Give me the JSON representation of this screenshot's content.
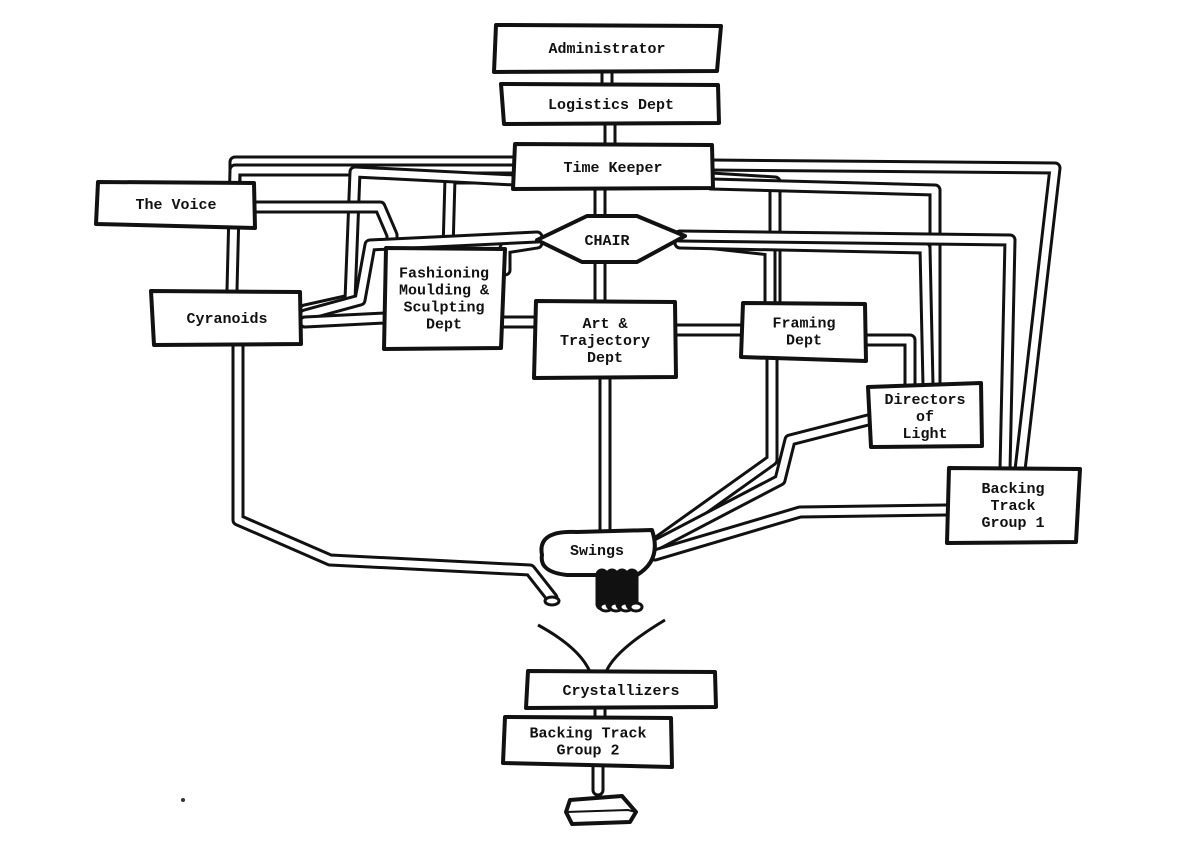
{
  "diagram": {
    "type": "hand-drawn organizational flow chart",
    "nodes": [
      {
        "id": "administrator",
        "lines": [
          "Administrator"
        ]
      },
      {
        "id": "logistics",
        "lines": [
          "Logistics Dept"
        ]
      },
      {
        "id": "timekeeper",
        "lines": [
          "Time Keeper"
        ]
      },
      {
        "id": "voice",
        "lines": [
          "The Voice"
        ]
      },
      {
        "id": "chair",
        "lines": [
          "CHAIR"
        ]
      },
      {
        "id": "fashioning",
        "lines": [
          "Fashioning",
          "Moulding &",
          "Sculpting",
          "Dept"
        ]
      },
      {
        "id": "cyranoids",
        "lines": [
          "Cyranoids"
        ]
      },
      {
        "id": "art",
        "lines": [
          "Art &",
          "Trajectory",
          "Dept"
        ]
      },
      {
        "id": "framing",
        "lines": [
          "Framing",
          "Dept"
        ]
      },
      {
        "id": "directors",
        "lines": [
          "Directors",
          "of",
          "Light"
        ]
      },
      {
        "id": "btg1",
        "lines": [
          "Backing",
          "Track",
          "Group 1"
        ]
      },
      {
        "id": "swings",
        "lines": [
          "Swings"
        ]
      },
      {
        "id": "crystallizers",
        "lines": [
          "Crystallizers"
        ]
      },
      {
        "id": "btg2",
        "lines": [
          "Backing Track",
          "Group 2"
        ]
      }
    ],
    "edges": [
      [
        "administrator",
        "logistics"
      ],
      [
        "logistics",
        "timekeeper"
      ],
      [
        "timekeeper",
        "chair"
      ],
      [
        "timekeeper",
        "voice"
      ],
      [
        "timekeeper",
        "cyranoids"
      ],
      [
        "timekeeper",
        "fashioning"
      ],
      [
        "timekeeper",
        "framing"
      ],
      [
        "timekeeper",
        "directors"
      ],
      [
        "timekeeper",
        "btg1"
      ],
      [
        "voice",
        "cyranoids"
      ],
      [
        "voice",
        "fashioning"
      ],
      [
        "chair",
        "art"
      ],
      [
        "chair",
        "fashioning"
      ],
      [
        "chair",
        "cyranoids"
      ],
      [
        "chair",
        "framing"
      ],
      [
        "chair",
        "directors"
      ],
      [
        "chair",
        "btg1"
      ],
      [
        "cyranoids",
        "fashioning"
      ],
      [
        "fashioning",
        "art"
      ],
      [
        "art",
        "framing"
      ],
      [
        "framing",
        "directors"
      ],
      [
        "art",
        "swings"
      ],
      [
        "framing",
        "swings"
      ],
      [
        "directors",
        "swings"
      ],
      [
        "btg1",
        "swings"
      ],
      [
        "cyranoids",
        "swings"
      ],
      [
        "swings",
        "crystallizers"
      ],
      [
        "crystallizers",
        "btg2"
      ],
      [
        "btg2",
        "output-block"
      ]
    ]
  }
}
